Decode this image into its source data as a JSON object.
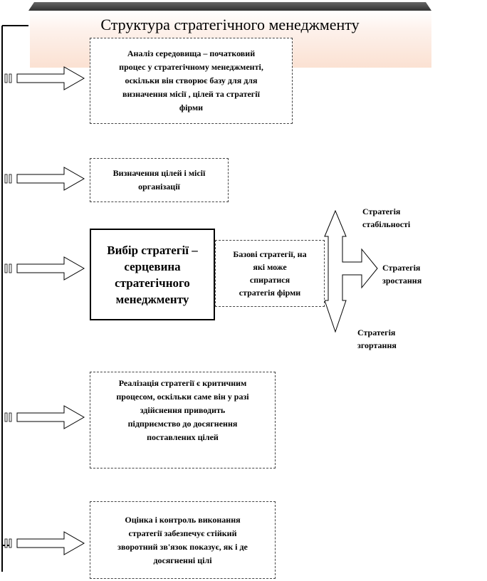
{
  "title": "Структура стратегічного менеджменту",
  "steps": [
    {
      "lines": [
        "Аналіз середовища – початковий",
        "процес у стратегічному менеджменті,",
        "оскільки він створює базу для для",
        "визначення місії , цілей та стратегії",
        "фірми"
      ]
    },
    {
      "lines": [
        "Визначення цілей і місії",
        "організації"
      ]
    },
    {
      "lines": [
        "Вибір стратегії –",
        "серцевина",
        "стратегічного",
        "менеджменту"
      ]
    },
    {
      "lines": [
        "Реалізація стратегії є критичним",
        "процесом, оскільки саме він у разі",
        "здійснення приводить",
        "підприємство до досягнення",
        "поставлених цілей"
      ]
    },
    {
      "lines": [
        "Оцінка і контроль виконання",
        "стратегії забезпечує стійкий",
        "зворотний зв'язок показує, як і де",
        "досягненні цілі"
      ]
    }
  ],
  "base_strategies": {
    "lines": [
      "Базові стратегії, на",
      "які може",
      "спиратися",
      "стратегія фірми"
    ]
  },
  "strategy_types": {
    "stability": [
      "Стратегія",
      "стабільності"
    ],
    "growth": [
      "Стратегія",
      "зростання"
    ],
    "reduction": [
      "Стратегія",
      "згортання"
    ]
  },
  "colors": {
    "title_gradient": "#fbe1d2",
    "title_bevel": "#444444",
    "border": "#000000"
  }
}
